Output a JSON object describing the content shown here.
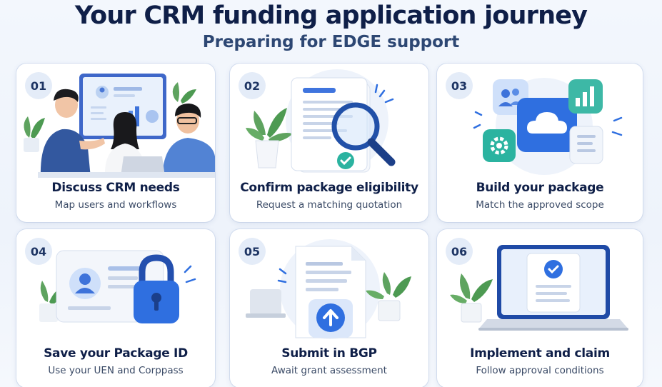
{
  "header": {
    "title": "Your CRM funding application journey",
    "subtitle": "Preparing for EDGE support"
  },
  "colors": {
    "navy": "#0f1f48",
    "accent_blue": "#2f6fe0",
    "teal": "#2bb3a0",
    "leaf_green": "#4d9a52"
  },
  "steps": [
    {
      "number": "01",
      "title": "Discuss CRM needs",
      "subtitle": "Map users and workflows",
      "icon": "meeting-illustration"
    },
    {
      "number": "02",
      "title": "Confirm package eligibility",
      "subtitle": "Request a matching quotation",
      "icon": "magnifier-document-illustration"
    },
    {
      "number": "03",
      "title": "Build your package",
      "subtitle": "Match the approved scope",
      "icon": "cloud-apps-illustration"
    },
    {
      "number": "04",
      "title": "Save your Package ID",
      "subtitle": "Use your UEN and Corppass",
      "icon": "id-card-lock-illustration"
    },
    {
      "number": "05",
      "title": "Submit in BGP",
      "subtitle": "Await grant assessment",
      "icon": "upload-document-illustration"
    },
    {
      "number": "06",
      "title": "Implement and claim",
      "subtitle": "Follow approval conditions",
      "icon": "laptop-approval-illustration"
    }
  ]
}
